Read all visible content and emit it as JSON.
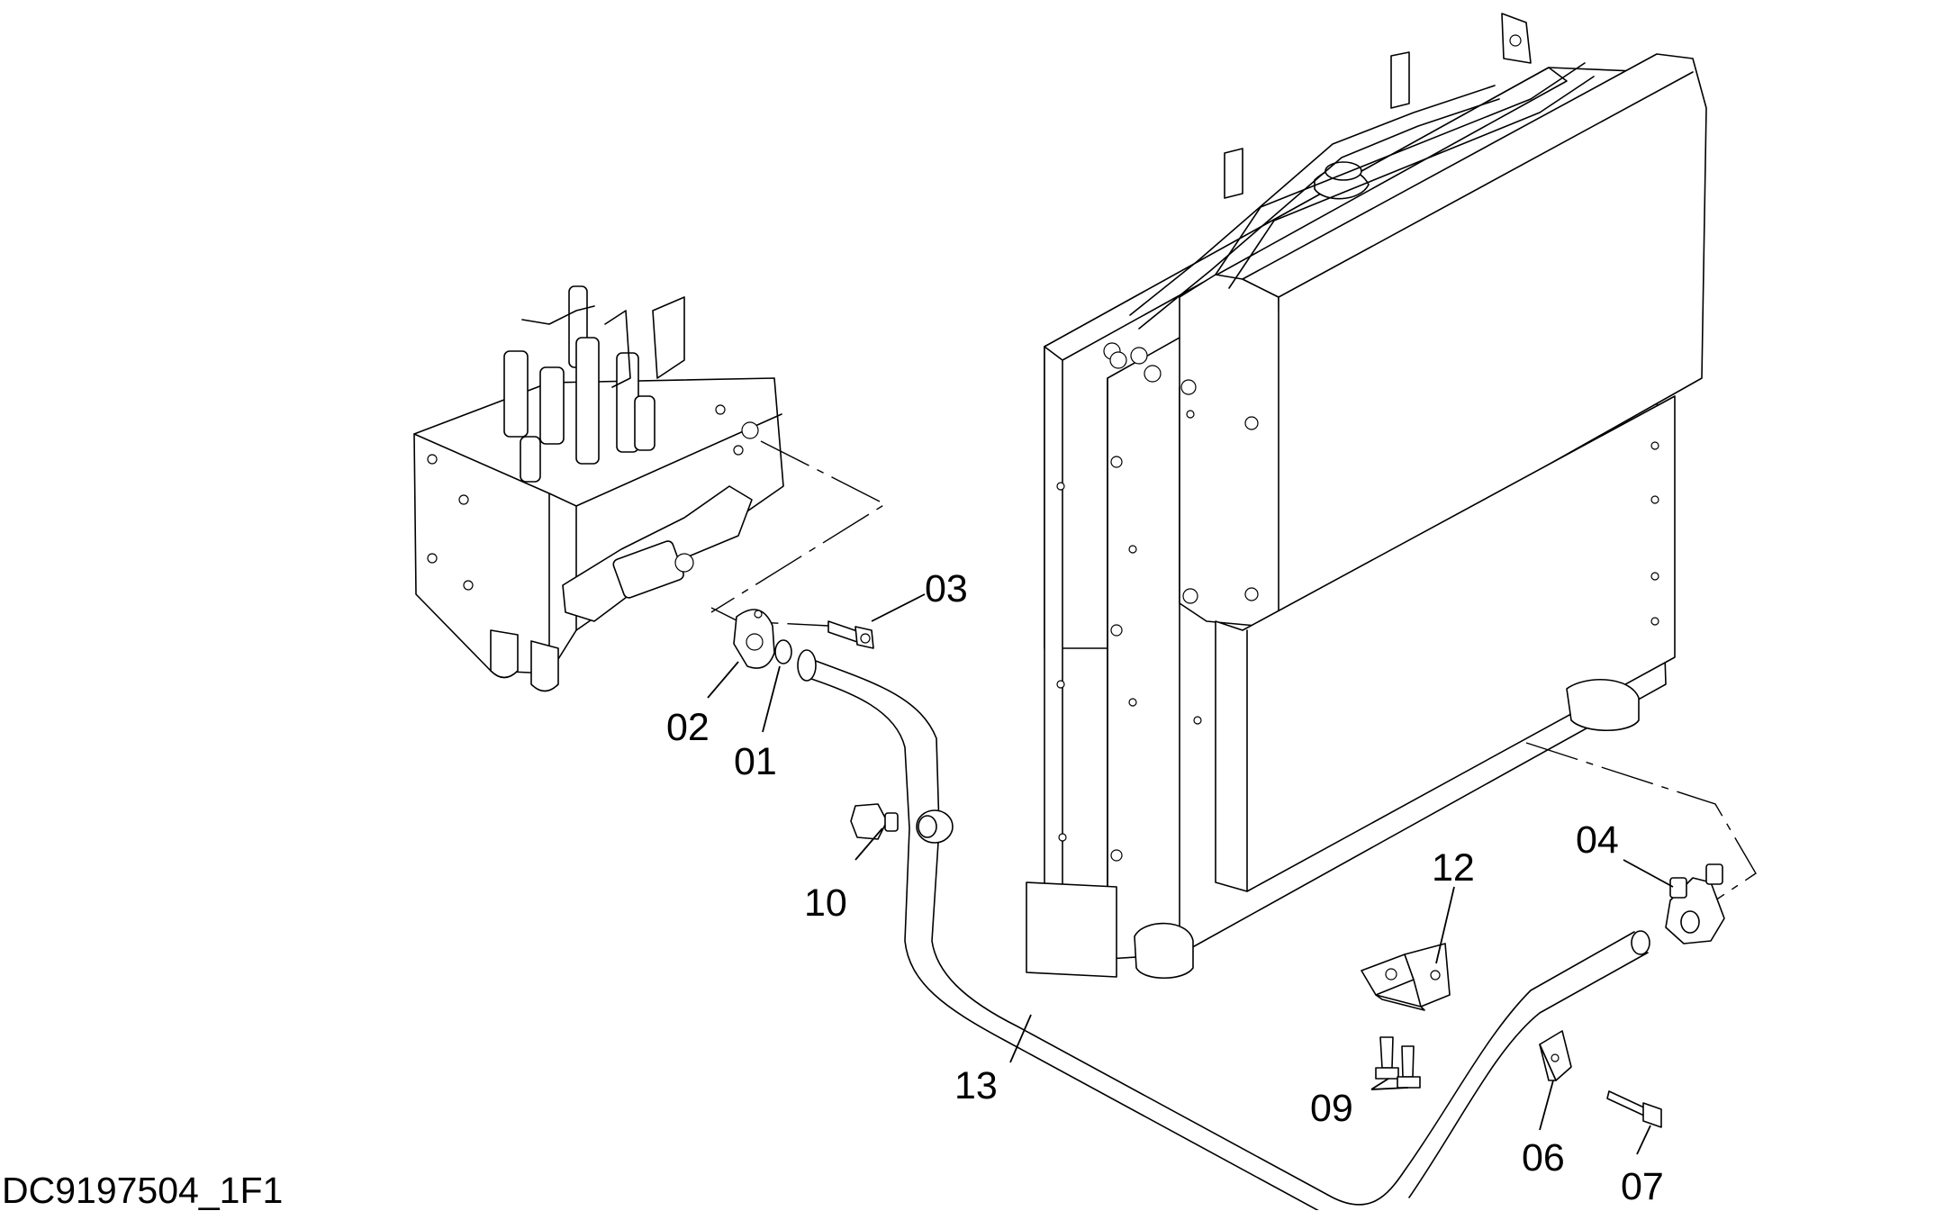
{
  "drawing": {
    "id": "DC9197504_1F1"
  },
  "callouts": [
    {
      "key": "01",
      "label": "01"
    },
    {
      "key": "02",
      "label": "02"
    },
    {
      "key": "03",
      "label": "03"
    },
    {
      "key": "04",
      "label": "04"
    },
    {
      "key": "06",
      "label": "06"
    },
    {
      "key": "07",
      "label": "07"
    },
    {
      "key": "09",
      "label": "09"
    },
    {
      "key": "10",
      "label": "10"
    },
    {
      "key": "12",
      "label": "12"
    },
    {
      "key": "13",
      "label": "13"
    }
  ]
}
